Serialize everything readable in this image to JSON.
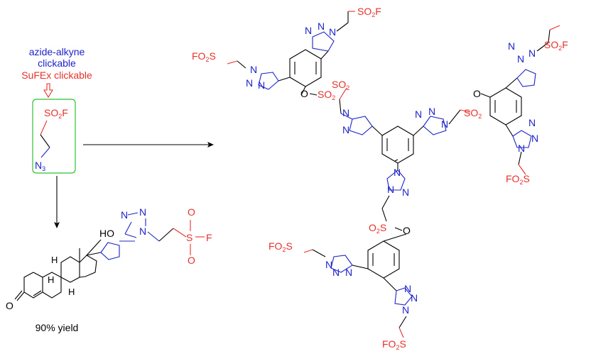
{
  "annotation": {
    "line1": "azide-alkyne",
    "line2": "clickable",
    "line3": "SuFEx clickable"
  },
  "reagent": {
    "so2f": "SO",
    "so2f_sub": "2",
    "so2f_tail": "F",
    "n3": "N",
    "n3_sub": "3"
  },
  "product": {
    "ho": "HO",
    "s": "S",
    "f": "F",
    "o_top": "O",
    "o_bottom": "O",
    "ketone_o": "O",
    "yield": "90% yield",
    "h": "H"
  },
  "dendrimer": {
    "so2f": "SO",
    "fo2s": "FO",
    "o": "O",
    "so2": "SO",
    "sub2": "2",
    "s": "S",
    "f": "F",
    "n": "N"
  },
  "colors": {
    "blue": "#1d23c9",
    "red": "#e8302b",
    "green": "#2ec12e",
    "black": "#000000"
  }
}
